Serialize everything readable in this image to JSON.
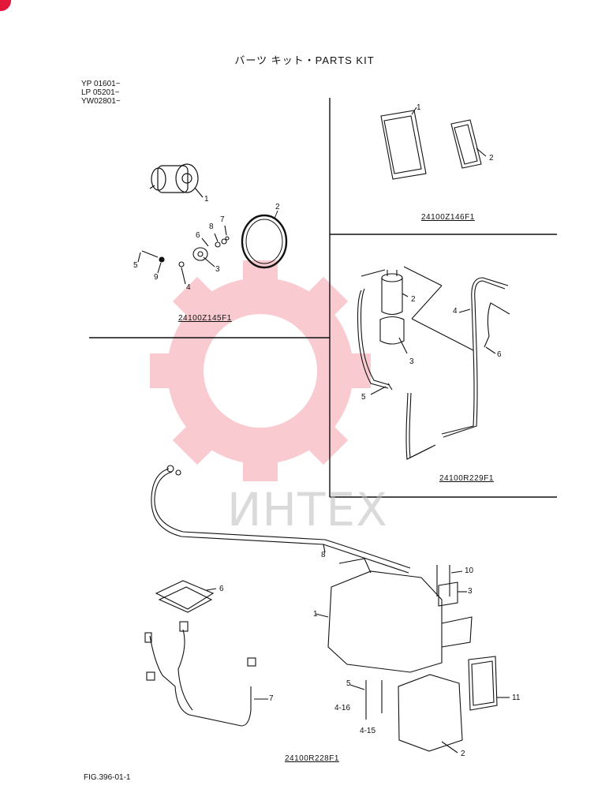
{
  "page": {
    "title": "バーツ キット・PARTS KIT",
    "serials": [
      "YP 01601~",
      "LP 05201~",
      "YW02801~"
    ],
    "figure_ref": "FIG.396-01-1",
    "watermark": "ИНТЕХ",
    "brand_color": "#e3173a"
  },
  "kits": [
    {
      "id": "24100Z145F1",
      "callouts": [
        "1",
        "2",
        "3",
        "4",
        "5",
        "6",
        "7",
        "8",
        "9"
      ]
    },
    {
      "id": "24100Z146F1",
      "callouts": [
        "1",
        "2"
      ]
    },
    {
      "id": "24100R229F1",
      "callouts": [
        "2",
        "3",
        "4",
        "5",
        "6"
      ]
    },
    {
      "id": "24100R228F1",
      "callouts": [
        "1",
        "2",
        "3",
        "4-15",
        "4-16",
        "5",
        "6",
        "7",
        "8",
        "10",
        "11"
      ]
    }
  ]
}
